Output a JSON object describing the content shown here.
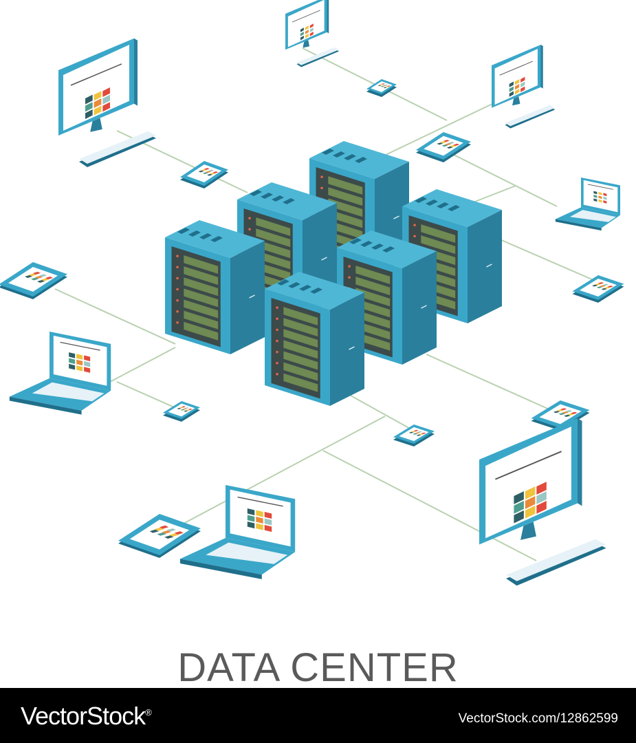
{
  "illustration": {
    "caption": "DATA CENTER",
    "server_count": 6,
    "colors": {
      "device_body": "#3aa7c9",
      "device_shadow": "#2a7f9c",
      "device_dark": "#1f6f8b",
      "screen": "#ffffff",
      "server_front": "#3c4a4a",
      "server_slot": "#6f8a52",
      "server_led": "#e0664b",
      "connection_line": "#b8d1b0",
      "tile_colors": [
        "#2f5f66",
        "#f0c33c",
        "#e24a3b",
        "#4e9e8e",
        "#e98a3a",
        "#9bc7c4"
      ]
    }
  },
  "footer": {
    "brand": "VectorStock",
    "trademark": "®",
    "stock_id": "VectorStock.com/12862599"
  }
}
